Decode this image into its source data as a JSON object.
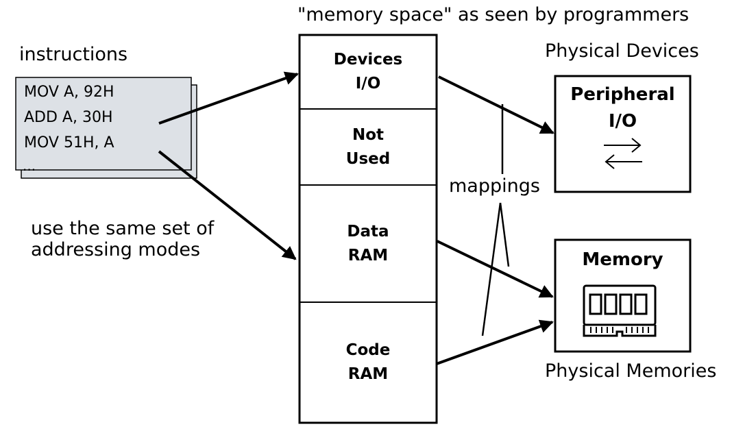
{
  "title": "\"memory space\" as seen by programmers",
  "instructions": {
    "label": "instructions",
    "lines": [
      "MOV A, 92H",
      "ADD A, 30H",
      "MOV 51H, A"
    ],
    "ellipsis": "..."
  },
  "note": {
    "line1": "use the same set of",
    "line2": "addressing modes"
  },
  "memory_space": {
    "cells": [
      {
        "line1": "Devices",
        "line2": "I/O"
      },
      {
        "line1": "Not",
        "line2": "Used"
      },
      {
        "line1": "Data",
        "line2": "RAM"
      },
      {
        "line1": "Code",
        "line2": "RAM"
      }
    ]
  },
  "mappings_label": "mappings",
  "physical_devices": {
    "label": "Physical Devices",
    "box_line1": "Peripheral",
    "box_line2": "I/O"
  },
  "physical_memories": {
    "label": "Physical Memories",
    "box_title": "Memory"
  },
  "icons": [
    "double-arrow-icon",
    "memory-chip-icon"
  ],
  "colors": {
    "instruction_card_fill": "#dde1e6",
    "stroke": "#000000"
  }
}
